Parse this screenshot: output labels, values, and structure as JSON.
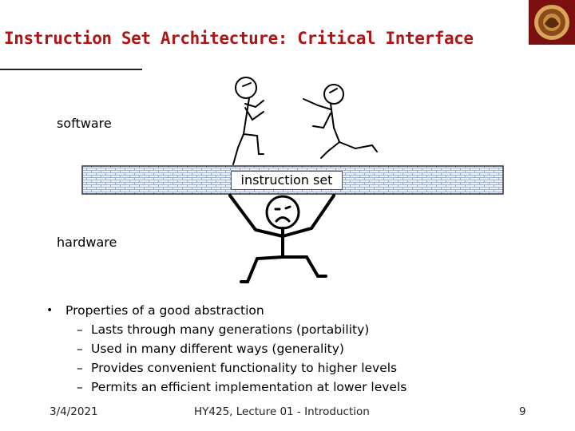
{
  "slide": {
    "title": "Instruction Set Architecture: Critical Interface"
  },
  "diagram": {
    "software_label": "software",
    "instruction_set_label": "instruction set",
    "hardware_label": "hardware"
  },
  "bullets": {
    "main": "Properties of a good abstraction",
    "sub": [
      "Lasts through many generations (portability)",
      "Used in many different ways (generality)",
      "Provides convenient functionality to higher levels",
      "Permits an efficient implementation at lower levels"
    ]
  },
  "footer": {
    "date": "3/4/2021",
    "center": "HY425, Lecture 01 - Introduction",
    "page": "9"
  },
  "colors": {
    "title": "#b01515",
    "bar_grid": "#9aaecf",
    "bar_fill": "#eef3fb"
  }
}
